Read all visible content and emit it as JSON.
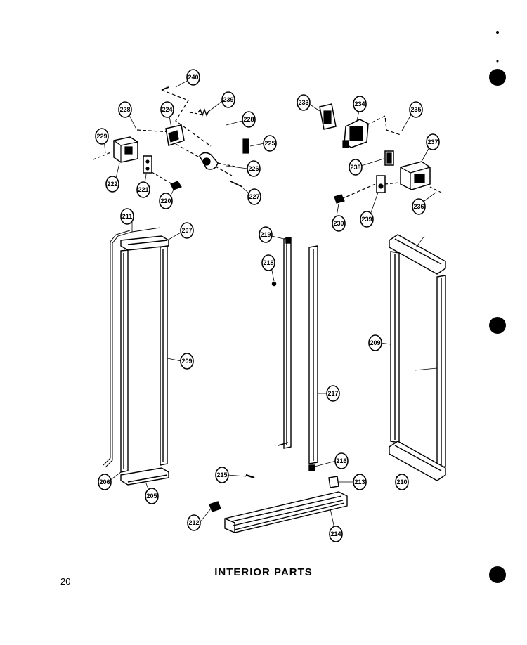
{
  "title": "INTERIOR PARTS",
  "page_number": "20",
  "callouts": [
    "240",
    "239",
    "228",
    "224",
    "228",
    "229",
    "225",
    "222",
    "226",
    "221",
    "227",
    "220",
    "233",
    "234",
    "235",
    "237",
    "238",
    "239",
    "230",
    "236",
    "211",
    "207",
    "219",
    "218",
    "209",
    "217",
    "206",
    "205",
    "215",
    "216",
    "212",
    "214",
    "213",
    "209",
    "210"
  ]
}
